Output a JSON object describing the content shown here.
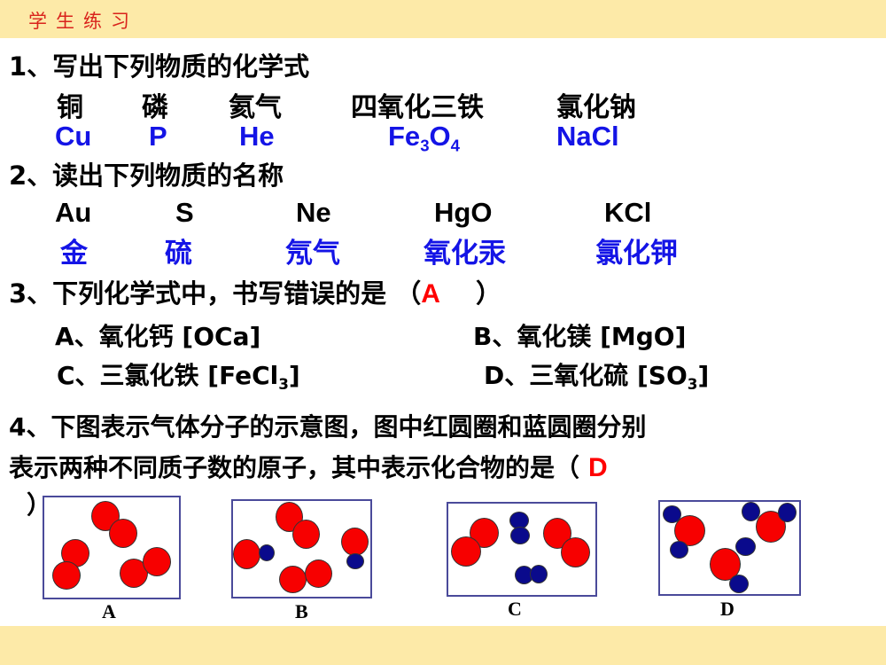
{
  "header": {
    "title": "学生练习"
  },
  "q1": {
    "prompt": "1、写出下列物质的化学式",
    "items": [
      {
        "name": "铜",
        "formula": "Cu"
      },
      {
        "name": "磷",
        "formula": "P"
      },
      {
        "name": "氦气",
        "formula": "He"
      },
      {
        "name": "四氧化三铁",
        "formula_parts": [
          "Fe",
          "3",
          "O",
          "4"
        ]
      },
      {
        "name": "氯化钠",
        "formula": "NaCl"
      }
    ]
  },
  "q2": {
    "prompt": "2、读出下列物质的名称",
    "items": [
      {
        "formula": "Au",
        "name": "金"
      },
      {
        "formula": "S",
        "name": "硫"
      },
      {
        "formula": "Ne",
        "name": "氖气"
      },
      {
        "formula": "HgO",
        "name": "氧化汞"
      },
      {
        "formula": "KCl",
        "name": "氯化钾"
      }
    ]
  },
  "q3": {
    "prompt": "3、下列化学式中，书写错误的是 （",
    "answer": "A",
    "close": "）",
    "options": [
      {
        "label": "A、氧化钙 [OCa]"
      },
      {
        "label": "B、氧化镁 [MgO]"
      },
      {
        "label_pre": "C、三氯化铁  [FeCl",
        "sub": "3",
        "label_post": "]"
      },
      {
        "label_pre": "D、三氧化硫 [SO",
        "sub": "3",
        "label_post": "]"
      }
    ]
  },
  "q4": {
    "prompt_line1": "4、下图表示气体分子的示意图，图中红圆圈和蓝圆圈分别",
    "prompt_line2": "表示两种不同质子数的原子，其中表示化合物的是（",
    "answer": "D",
    "close": "）",
    "diagrams": [
      {
        "label": "A"
      },
      {
        "label": "B"
      },
      {
        "label": "C"
      },
      {
        "label": "D"
      }
    ]
  },
  "colors": {
    "banner": "#fdeaa8",
    "accent_red": "#ff0000",
    "answer_blue": "#1414e6",
    "atom_red": "#f70000",
    "atom_blue": "#0a0a8c"
  }
}
